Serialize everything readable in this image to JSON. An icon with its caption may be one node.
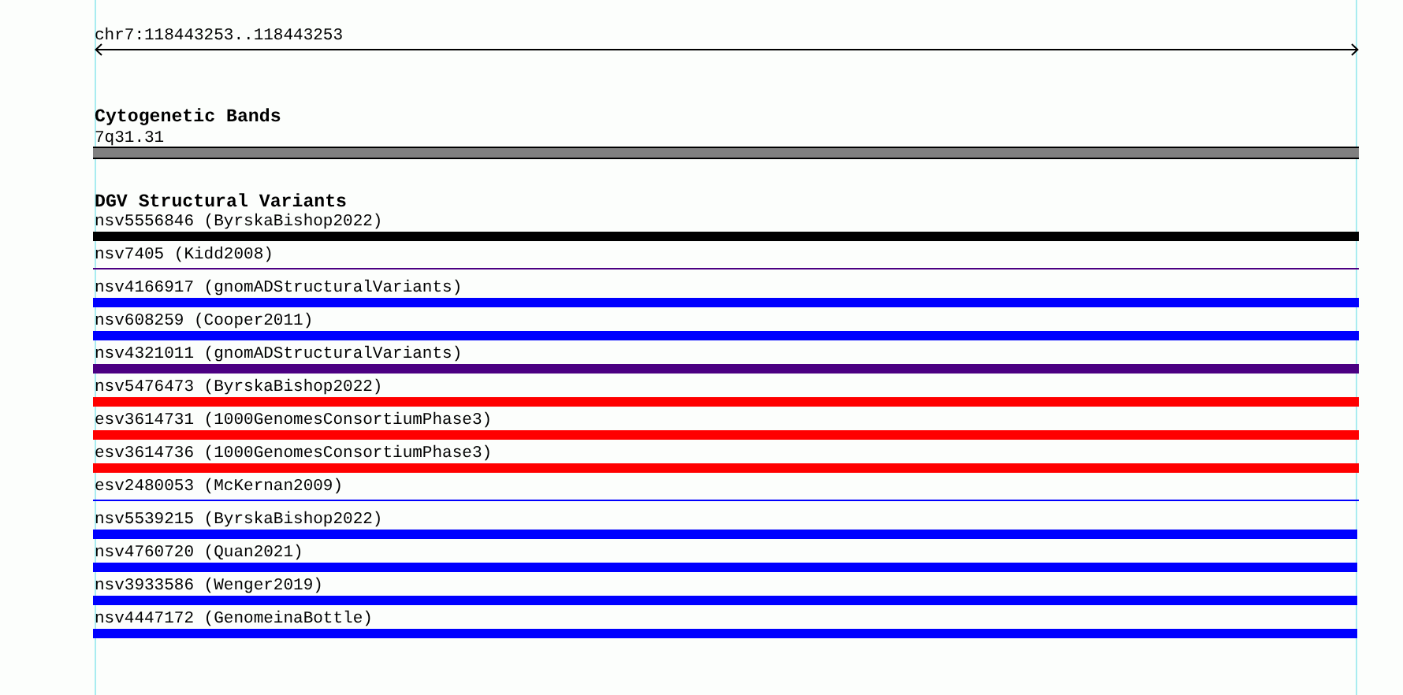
{
  "diagram": {
    "nodes": [
      {
        "text": [],
        "shape": "bar",
        "beside": [
          "7q31.31"
        ]
      },
      {
        "text": [],
        "shape": "bar",
        "beside": [
          "nsv5556846 (ByrskaBishop2022)"
        ]
      },
      {
        "text": [],
        "shape": "line",
        "beside": [
          "nsv7405 (Kidd2008)"
        ]
      },
      {
        "text": [],
        "shape": "bar",
        "beside": [
          "nsv4166917 (gnomADStructuralVariants)"
        ]
      },
      {
        "text": [],
        "shape": "bar",
        "beside": [
          "nsv608259 (Cooper2011)"
        ]
      },
      {
        "text": [],
        "shape": "bar",
        "beside": [
          "nsv4321011 (gnomADStructuralVariants)"
        ]
      },
      {
        "text": [],
        "shape": "bar",
        "beside": [
          "nsv5476473 (ByrskaBishop2022)"
        ]
      },
      {
        "text": [],
        "shape": "bar",
        "beside": [
          "esv3614731 (1000GenomesConsortiumPhase3)"
        ]
      },
      {
        "text": [],
        "shape": "bar",
        "beside": [
          "esv3614736 (1000GenomesConsortiumPhase3)"
        ]
      },
      {
        "text": [],
        "shape": "line",
        "beside": [
          "esv2480053 (McKernan2009)"
        ]
      },
      {
        "text": [],
        "shape": "bar",
        "beside": [
          "nsv5539215 (ByrskaBishop2022)"
        ]
      },
      {
        "text": [],
        "shape": "bar",
        "beside": [
          "nsv4760720 (Quan2021)"
        ]
      },
      {
        "text": [],
        "shape": "bar",
        "beside": [
          "nsv3933586 (Wenger2019)"
        ]
      },
      {
        "text": [],
        "shape": "bar",
        "beside": [
          "nsv4447172 (GenomeinaBottle)"
        ]
      }
    ],
    "labels": [
      "chr7:118443253..118443253",
      "Cytogenetic Bands",
      "DGV Structural Variants"
    ]
  }
}
